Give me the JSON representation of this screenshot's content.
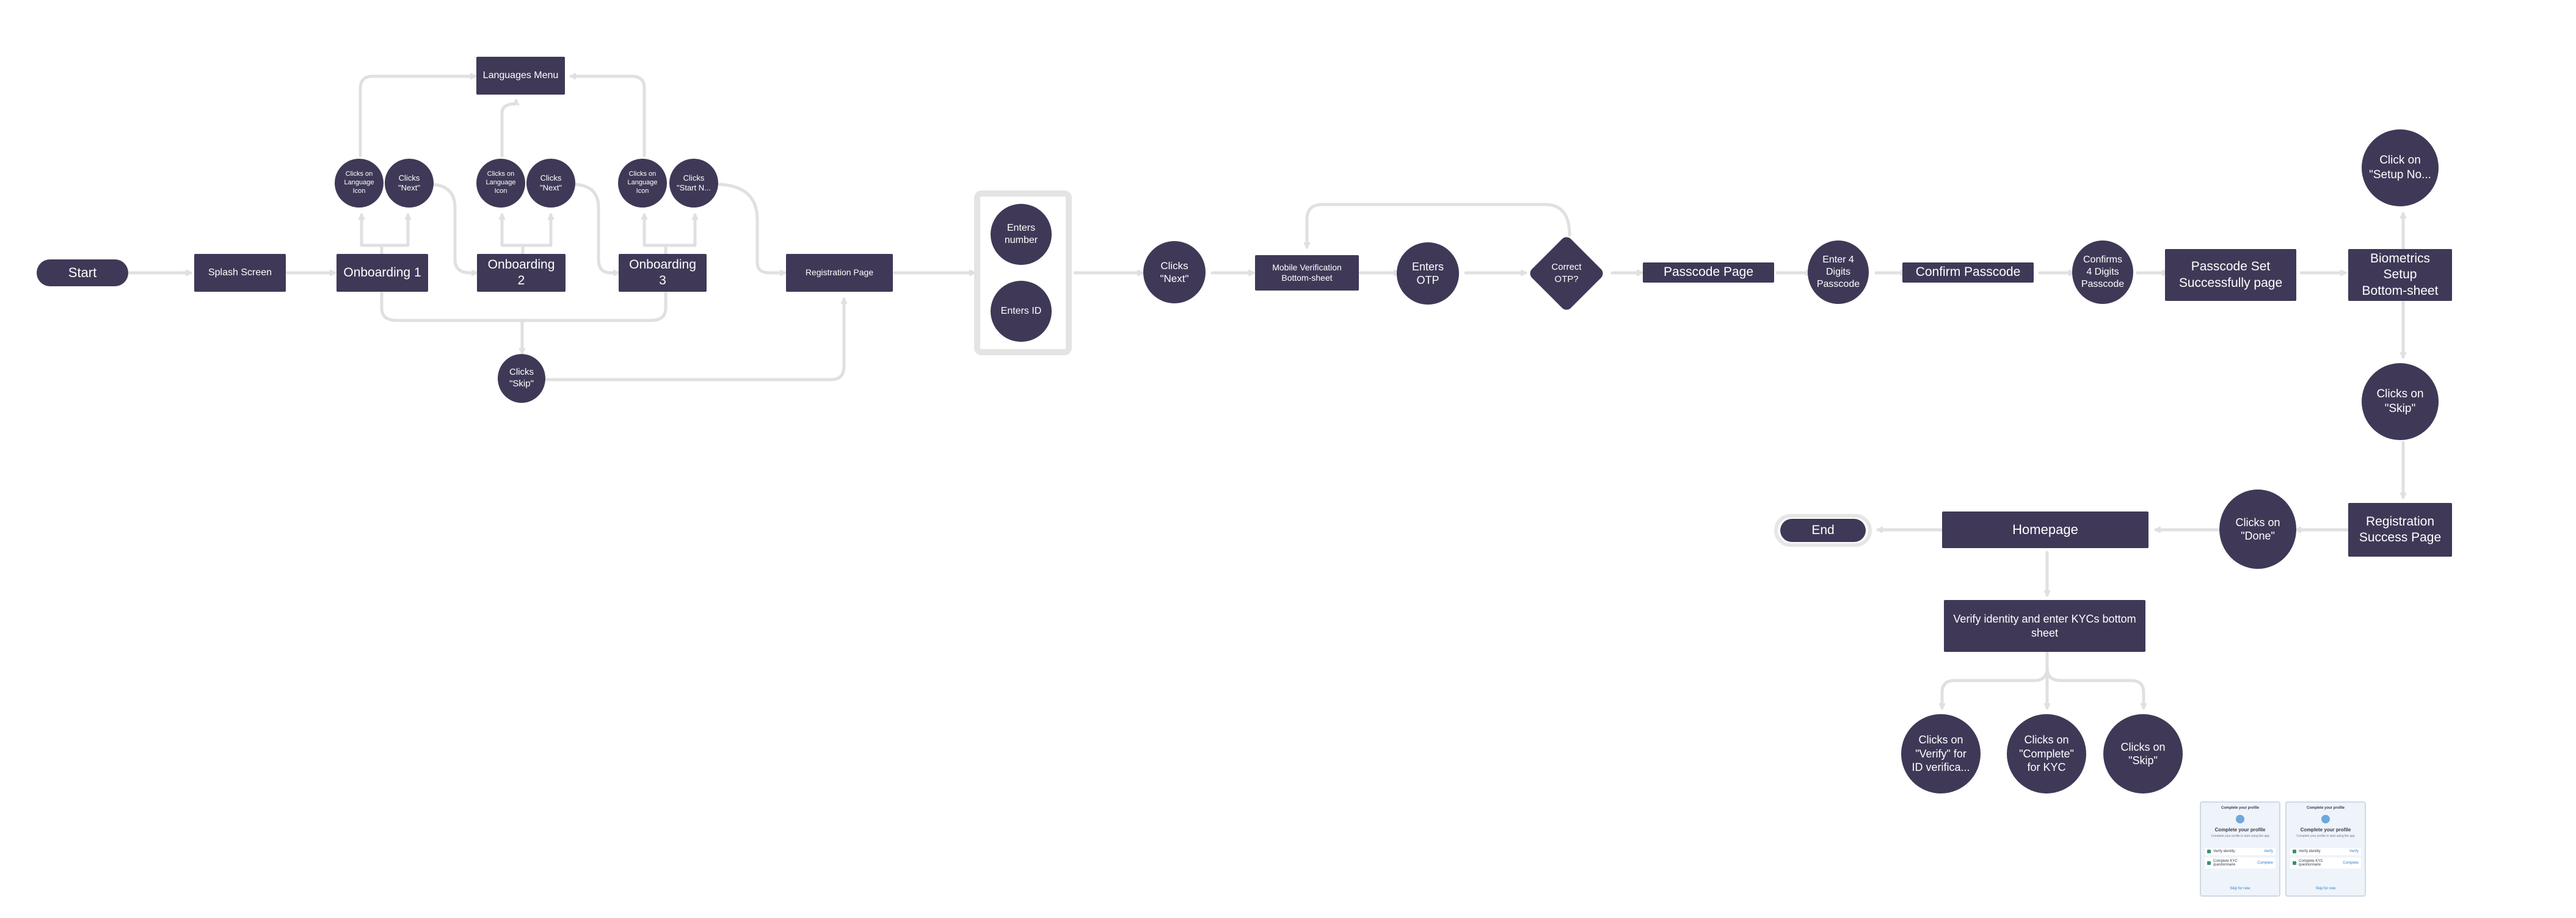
{
  "nodes": {
    "start": "Start",
    "splash": "Splash Screen",
    "onboarding1": "Onboarding 1",
    "onboarding2": "Onboarding 2",
    "onboarding3": "Onboarding 3",
    "languages_menu": "Languages Menu",
    "o1_language": "Clicks on\nLanguage\nIcon",
    "o1_next": "Clicks\n\"Next\"",
    "o2_language": "Clicks on\nLanguage\nIcon",
    "o2_next": "Clicks\n\"Next\"",
    "o3_language": "Clicks on\nLanguage\nIcon",
    "o3_start": "Clicks\n\"Start N...",
    "skip": "Clicks\n\"Skip\"",
    "registration_page": "Registration Page",
    "enters_number": "Enters\nnumber",
    "enters_id": "Enters ID",
    "clicks_next": "Clicks\n\"Next\"",
    "mobile_verification": "Mobile Verification\nBottom-sheet",
    "enters_otp": "Enters\nOTP",
    "correct_otp": "Correct\nOTP?",
    "passcode_page": "Passcode Page",
    "enter_passcode": "Enter 4\nDigits\nPasscode",
    "confirm_passcode": "Confirm Passcode",
    "confirms_passcode": "Confirms\n4 Digits\nPasscode",
    "passcode_set": "Passcode Set\nSuccessfully page",
    "biometrics_setup": "Biometrics Setup\nBottom-sheet",
    "click_setup_now": "Click on\n\"Setup No...",
    "clicks_on_skip": "Clicks on\n\"Skip\"",
    "registration_success": "Registration\nSuccess Page",
    "clicks_on_done": "Clicks on\n\"Done\"",
    "homepage": "Homepage",
    "end": "End",
    "verify_identity": "Verify identity and enter KYCs bottom\nsheet",
    "clicks_verify": "Clicks on\n\"Verify\" for\nID verifica...",
    "clicks_complete": "Clicks on\n\"Complete\"\nfor KYC",
    "clicks_skip_kyc": "Clicks on\n\"Skip\""
  },
  "mockups": {
    "header": "Complete your profile",
    "title": "Complete your profile",
    "subtitle": "Complete your profile to start using the app",
    "row1": "Verify identity",
    "row1_action": "Verify",
    "row2": "Complete KYC questionnaire",
    "row2_action": "Complete",
    "footer": "Skip for now"
  },
  "colors": {
    "node": "#3f3957",
    "connector": "#e0e0e0",
    "background": "#ffffff"
  }
}
